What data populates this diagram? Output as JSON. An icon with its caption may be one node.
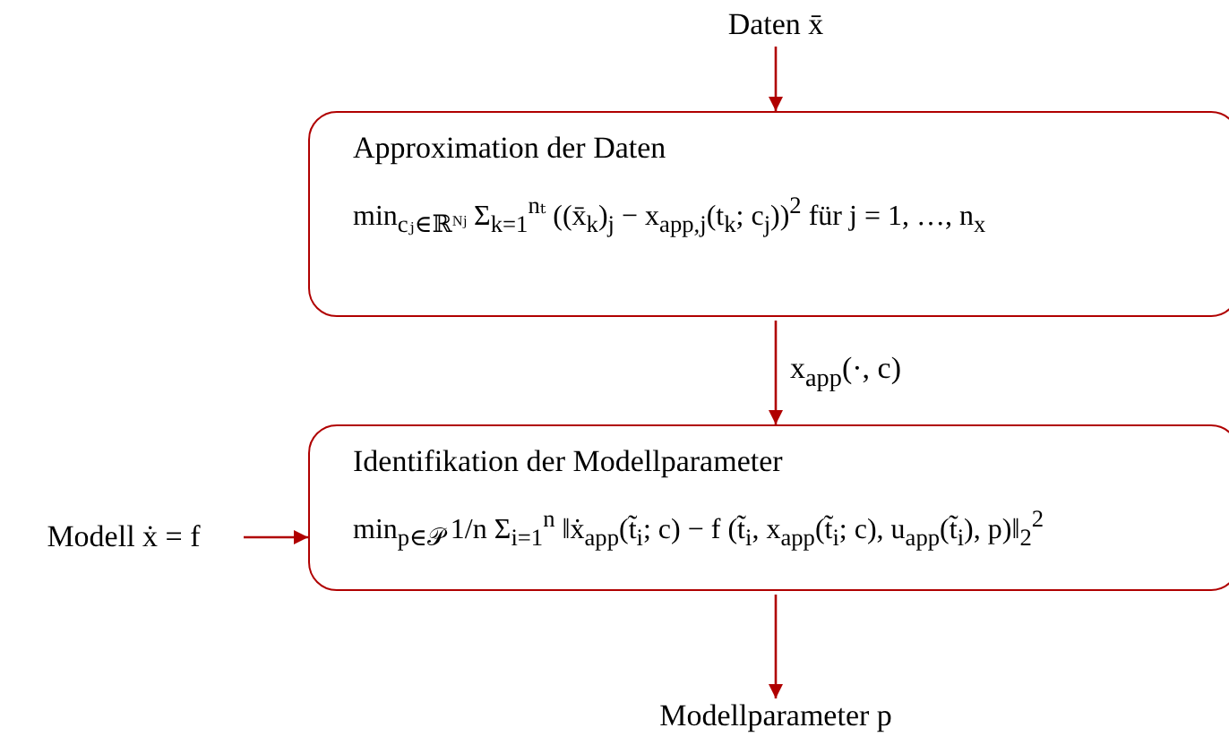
{
  "diagram": {
    "nodes": [
      {
        "text": [
          "Daten x̄"
        ]
      },
      {
        "text": [
          "Approximation der Daten",
          "min$_{cⱼ∈ℝᴺʲ}$ Σ$_{k=1}$$^{nₜ}$ ((x̄$_{k}$)$_{j}$ − x$_{app,j}$(t$_{k}$; c$_{j}$))$^{2}$   für   j = 1, …, n$_{x}$"
        ]
      },
      {
        "text": [
          "Identifikation der Modellparameter",
          "min$_{p∈𝒫}$ 1/n Σ$_{i=1}$$^{n}$ ‖ẋ$_{app}$(t̃$_{i}$; c) − f (t̃$_{i}$, x$_{app}$(t̃$_{i}$; c), u$_{app}$(t̃$_{i}$), p)‖$_{2}$$^{2}$"
        ]
      },
      {
        "text": [
          "Modell ẋ = f"
        ]
      },
      {
        "text": [
          "Modellparameter p"
        ]
      }
    ],
    "edges": [
      {
        "from": 0,
        "to": 1,
        "arrow": "to"
      },
      {
        "from": 1,
        "to": 2,
        "arrow": "to",
        "label": "x$_{app}$(·, c)"
      },
      {
        "from": 3,
        "to": 2,
        "arrow": "to"
      },
      {
        "from": 2,
        "to": 4,
        "arrow": "to"
      }
    ]
  }
}
